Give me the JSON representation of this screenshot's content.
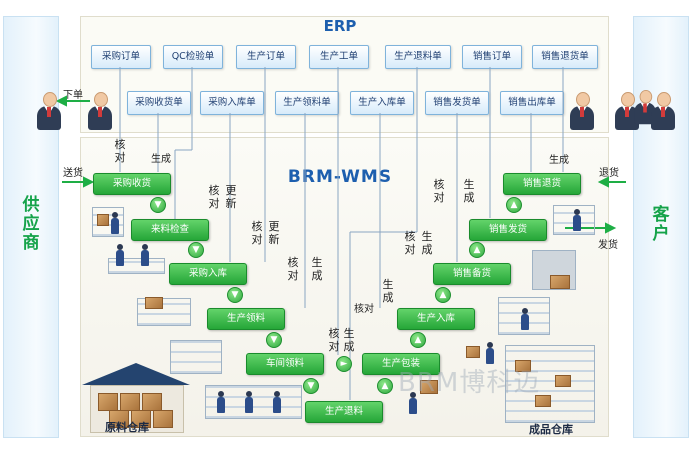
{
  "erp": {
    "title": "ERP",
    "docs_top": [
      "采购订单",
      "QC检验单",
      "生产订单",
      "生产工单",
      "生产退料单",
      "销售订单",
      "销售退货单"
    ],
    "docs_bottom": [
      "采购收货单",
      "采购入库单",
      "生产领料单",
      "生产入库单",
      "销售发货单",
      "销售出库单"
    ]
  },
  "wms": {
    "title": "BRM-WMS",
    "left_steps": [
      "采购收货",
      "来料检查",
      "采购入库",
      "生产领料",
      "车间领料",
      "生产退料"
    ],
    "right_steps": [
      "销售退货",
      "销售发货",
      "销售备货",
      "生产入库",
      "生产包装"
    ]
  },
  "labels": {
    "supplier": "供应商",
    "customer": "客户",
    "order": "下单",
    "deliver_in": "送货",
    "return_goods": "退货",
    "ship": "发货",
    "check": "核对",
    "generate": "生成",
    "update": "更新",
    "raw_warehouse": "原料仓库",
    "finished_warehouse": "成品仓库"
  },
  "watermark": "BRM博科迈",
  "colors": {
    "wms_green": "#25a638",
    "title_blue": "#1d5fae",
    "side_green": "#15a34a"
  }
}
